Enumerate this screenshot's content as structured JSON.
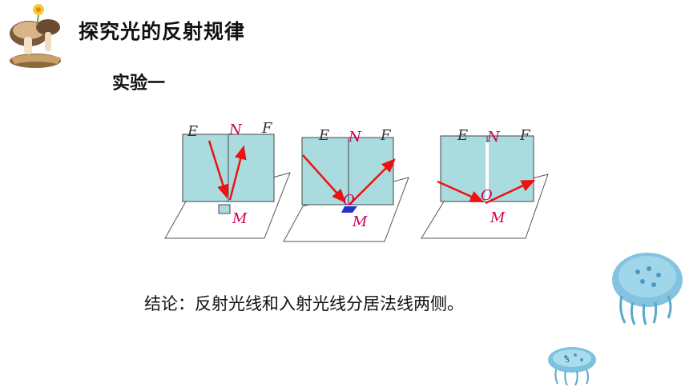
{
  "title": "探究光的反射规律",
  "subtitle": "实验一",
  "conclusion": "结论：反射光线和入射光线分居法线两侧。",
  "page_number": "5",
  "labels": {
    "E": "E",
    "N": "N",
    "F": "F",
    "M": "M",
    "O": "O"
  },
  "colors": {
    "board": "#a9dbdf",
    "ray": "#ee1111",
    "normal_label": "#cc0055",
    "text": "#111111"
  }
}
